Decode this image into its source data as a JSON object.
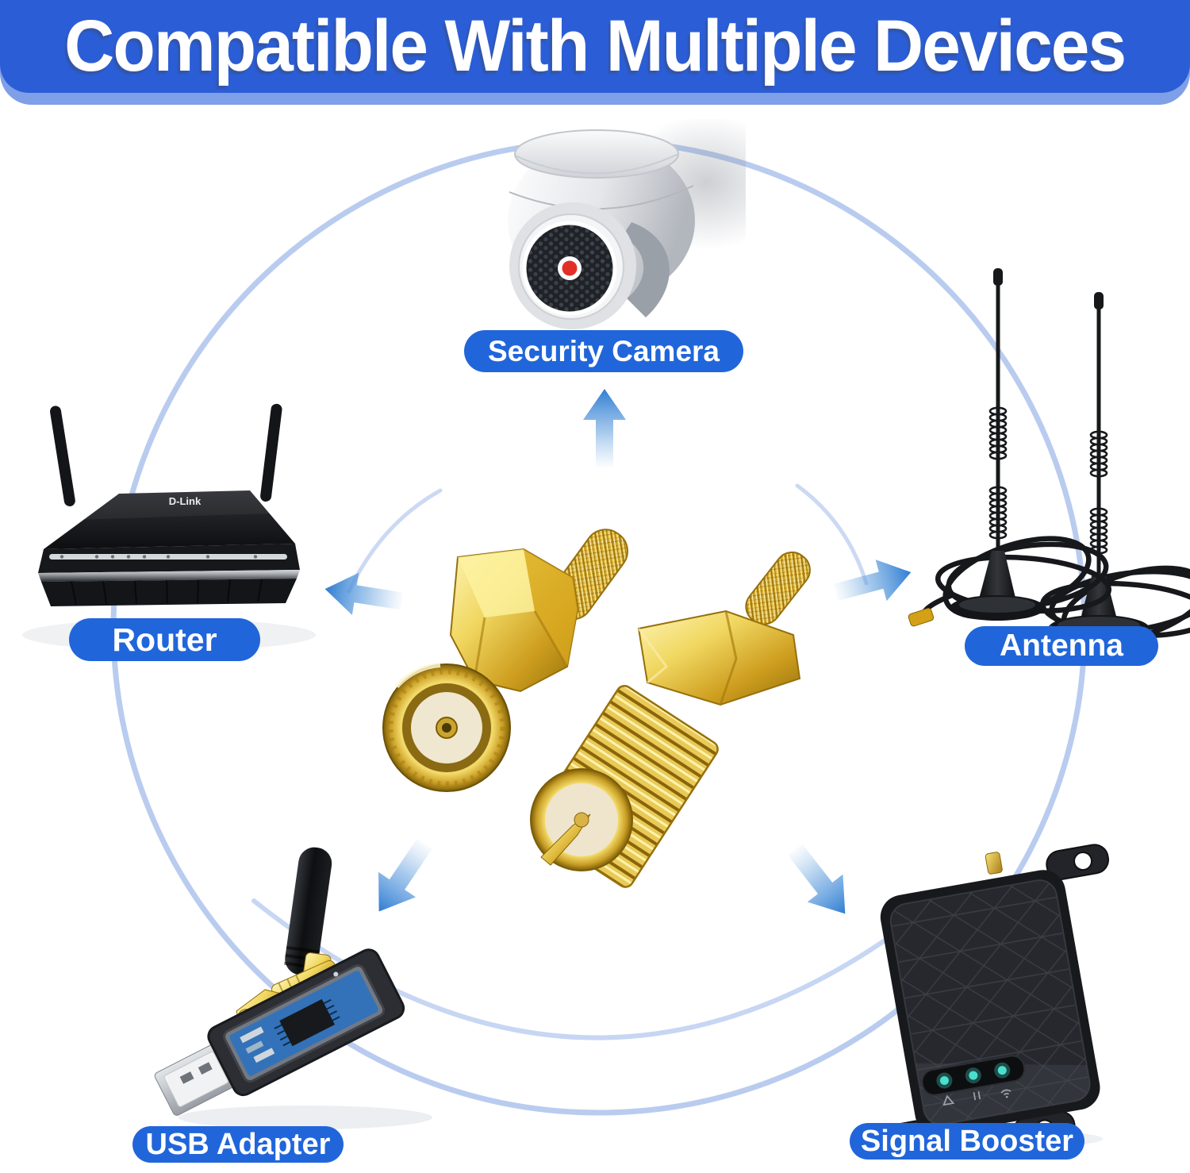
{
  "title": "Compatible With Multiple Devices",
  "devices": {
    "security_camera": {
      "label": "Security Camera"
    },
    "router": {
      "label": "Router",
      "logo": "D-Link"
    },
    "antenna": {
      "label": "Antenna"
    },
    "usb_adapter": {
      "label": "USB Adapter"
    },
    "signal_booster": {
      "label": "Signal Booster",
      "indicator_icons": [
        "warning",
        "pause",
        "wifi"
      ],
      "led_count": 3
    }
  },
  "colors": {
    "banner_blue": "#2b5ed6",
    "banner_under_blue": "#7f9fe8",
    "label_pill_blue": "#2066da",
    "arrow_blue": "#2e7cd2",
    "circle_blue": "#b9ccef",
    "connector_gold": "#d4a017",
    "led_teal": "#49e0cf",
    "camera_led_red": "#e23028",
    "text_white": "#ffffff"
  }
}
